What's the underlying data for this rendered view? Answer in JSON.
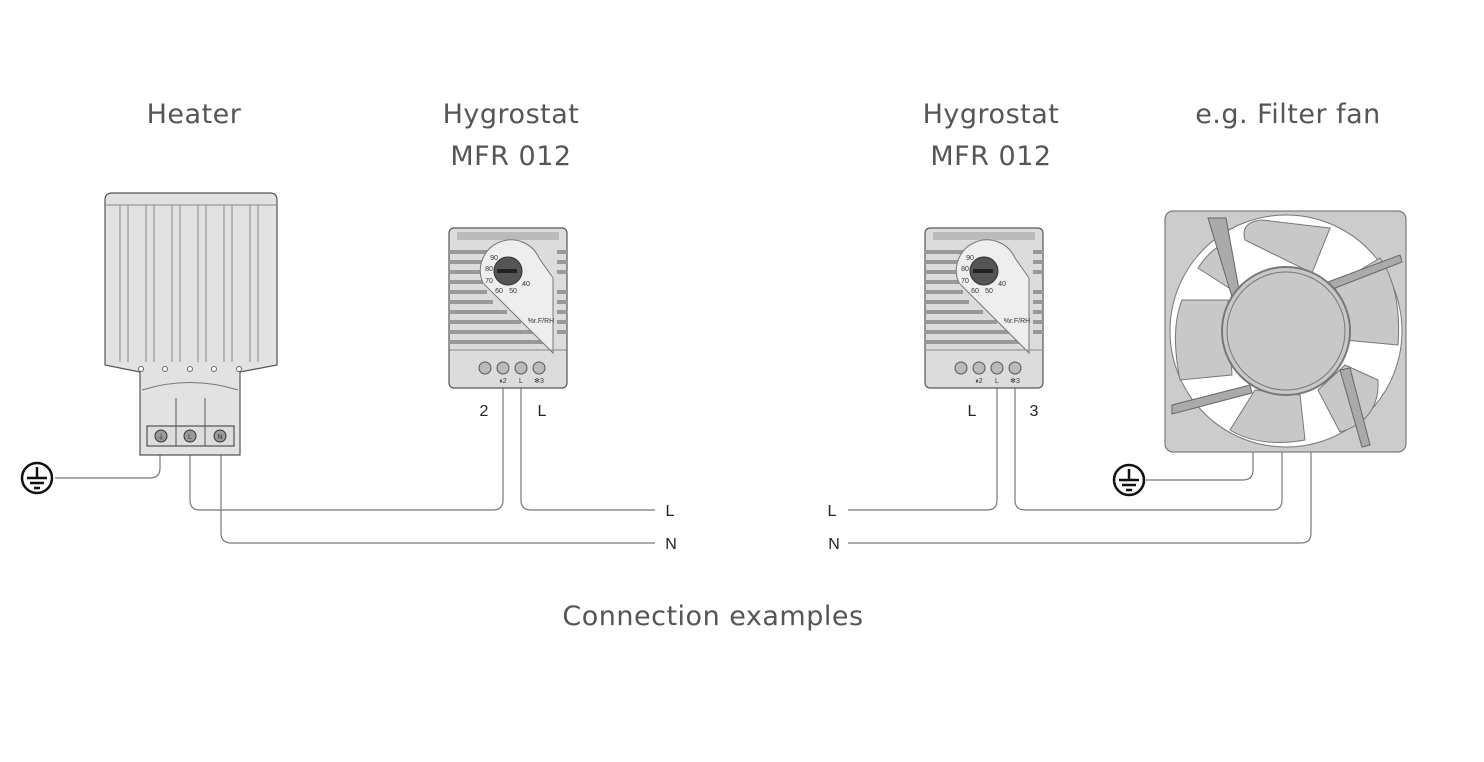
{
  "titles": {
    "heater": "Heater",
    "hygrostat_left_line1": "Hygrostat",
    "hygrostat_left_line2": "MFR 012",
    "hygrostat_right_line1": "Hygrostat",
    "hygrostat_right_line2": "MFR 012",
    "fan": "e.g. Filter fan",
    "caption": "Connection examples"
  },
  "hygrostat": {
    "scale": [
      "90",
      "80",
      "70",
      "60",
      "50",
      "40"
    ],
    "unit": "%r.F/RH",
    "terminals": [
      "⏸2",
      "L",
      "✻3"
    ]
  },
  "heater_terminals": [
    "⏚",
    "L",
    "N"
  ],
  "wire_labels": {
    "left_hyg_a": "2",
    "left_hyg_b": "L",
    "left_L": "L",
    "left_N": "N",
    "right_hyg_a": "L",
    "right_hyg_b": "3",
    "right_L": "L",
    "right_N": "N"
  }
}
